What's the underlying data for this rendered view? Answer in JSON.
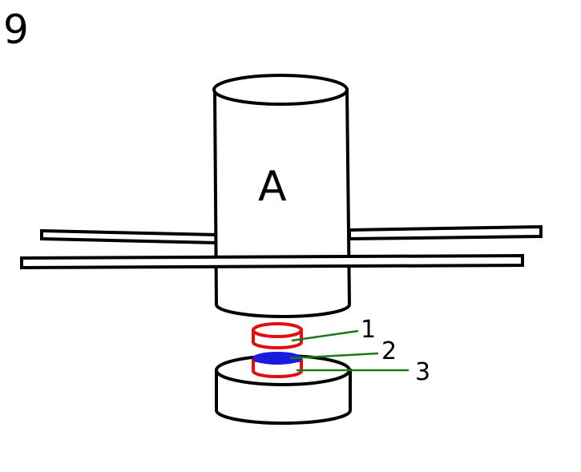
{
  "figure_number": "9",
  "cylinder_label": "A",
  "part_labels": [
    "1",
    "2",
    "3"
  ],
  "colors": {
    "outline": "#000000",
    "ring": "#e01010",
    "disc": "#1a1ae0",
    "leader": "#1a7a1a"
  }
}
